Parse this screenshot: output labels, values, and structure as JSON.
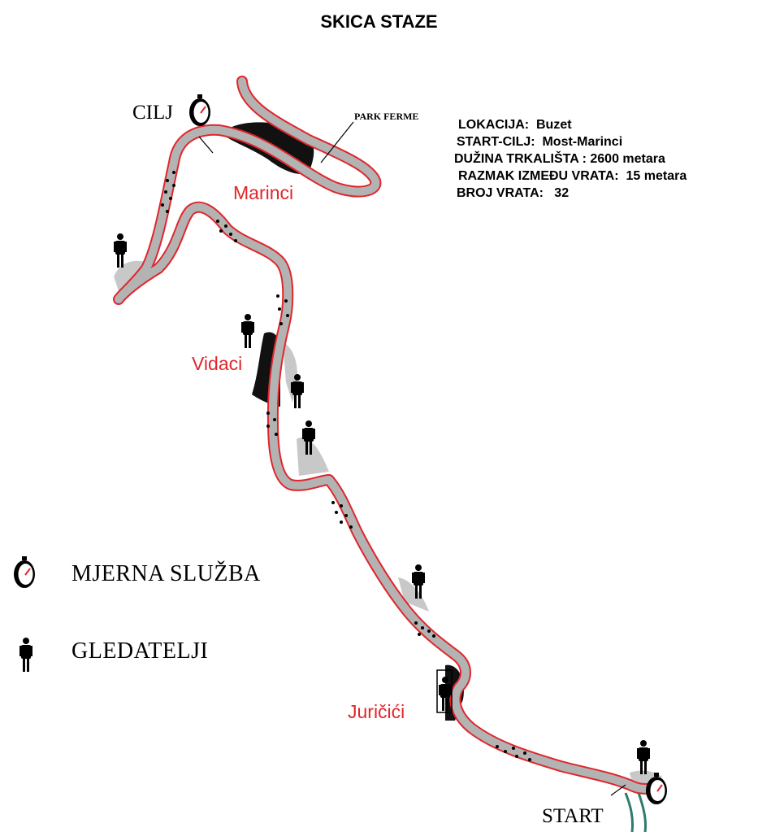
{
  "title": "SKICA STAZE",
  "info": {
    "location": "LOKACIJA:  Buzet",
    "start_finish": "START-CILJ:  Most-Marinci",
    "track_length": "DUŽINA TRKALIŠTA : 2600 metara",
    "gate_spacing": "RAZMAK IZMEĐU VRATA:  15 metara",
    "gate_count": "BROJ VRATA:   32"
  },
  "places": {
    "marinci": "Marinci",
    "vidaci": "Vidaci",
    "juricici": "Juričići"
  },
  "labels": {
    "finish": "CILJ",
    "start": "START",
    "park_ferme": "PARK FERME"
  },
  "legend": {
    "timing": "MJERNA SLUŽBA",
    "spectators": "GLEDATELJI"
  },
  "colors": {
    "track_fill": "#b3b3b3",
    "track_edge": "#e0262c",
    "road_start": "#2e7b6d",
    "spectator_area": "#c8c8c8",
    "park_area": "#111111"
  },
  "icons": {
    "timing": "stopwatch-icon",
    "spectators": "spectator-icon"
  }
}
